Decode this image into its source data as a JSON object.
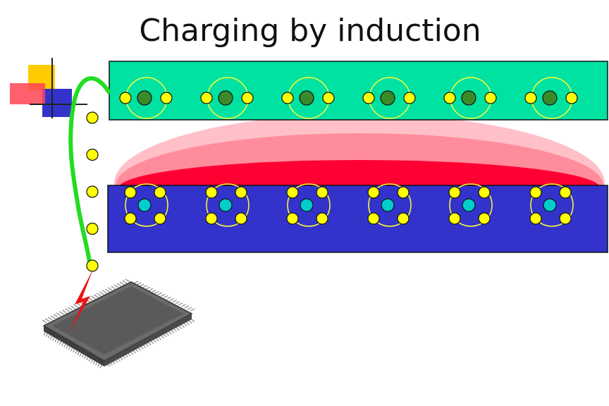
{
  "title": "Charging by induction",
  "colors": {
    "top_bar": "#00e2a2",
    "bottom_bar": "#3333cc",
    "electron": "#ffff00",
    "top_nucleus": "#3a8a2a",
    "bottom_nucleus": "#00cccc",
    "orbit": "#ffff33",
    "field_outer": "#ffc0c8",
    "field_middle": "#ff8c9c",
    "field_inner": "#ff0033",
    "ground_wire": "#22dd22",
    "spark": "#ee1111",
    "chip": "#555555"
  },
  "icons": {
    "chip": "microchip-icon",
    "spark": "lightning-bolt-icon",
    "logo": "slide-corner-logo"
  },
  "top_bar": {
    "atoms": 6,
    "electrons_per_atom": 2
  },
  "bottom_bar": {
    "atoms": 6,
    "electrons_per_atom": 4
  },
  "wire_electrons": 5
}
